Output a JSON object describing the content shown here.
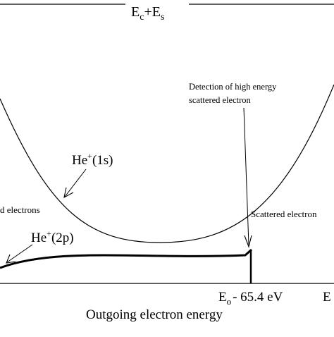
{
  "title": {
    "base": "E",
    "sub1": "c",
    "plus": "+E",
    "sub2": "s"
  },
  "annotations": {
    "detection_line1": "Detection of high energy",
    "detection_line2": "scattered electron",
    "he1s_base": "He",
    "he1s_sup": "+",
    "he1s_tail": "(1s)",
    "he2p_base": "He",
    "he2p_sup": "+",
    "he2p_tail": "(2p)",
    "ejected_partial": "d electrons",
    "scattered_partial": "Scattered electron"
  },
  "axis": {
    "tick_e0_base": "E",
    "tick_e0_sub": "o",
    "tick_e0_tail": "- 65.4 eV",
    "right_partial": "E",
    "xlabel": "Outgoing electron energy"
  },
  "colors": {
    "ink": "#000000",
    "background": "#ffffff"
  }
}
